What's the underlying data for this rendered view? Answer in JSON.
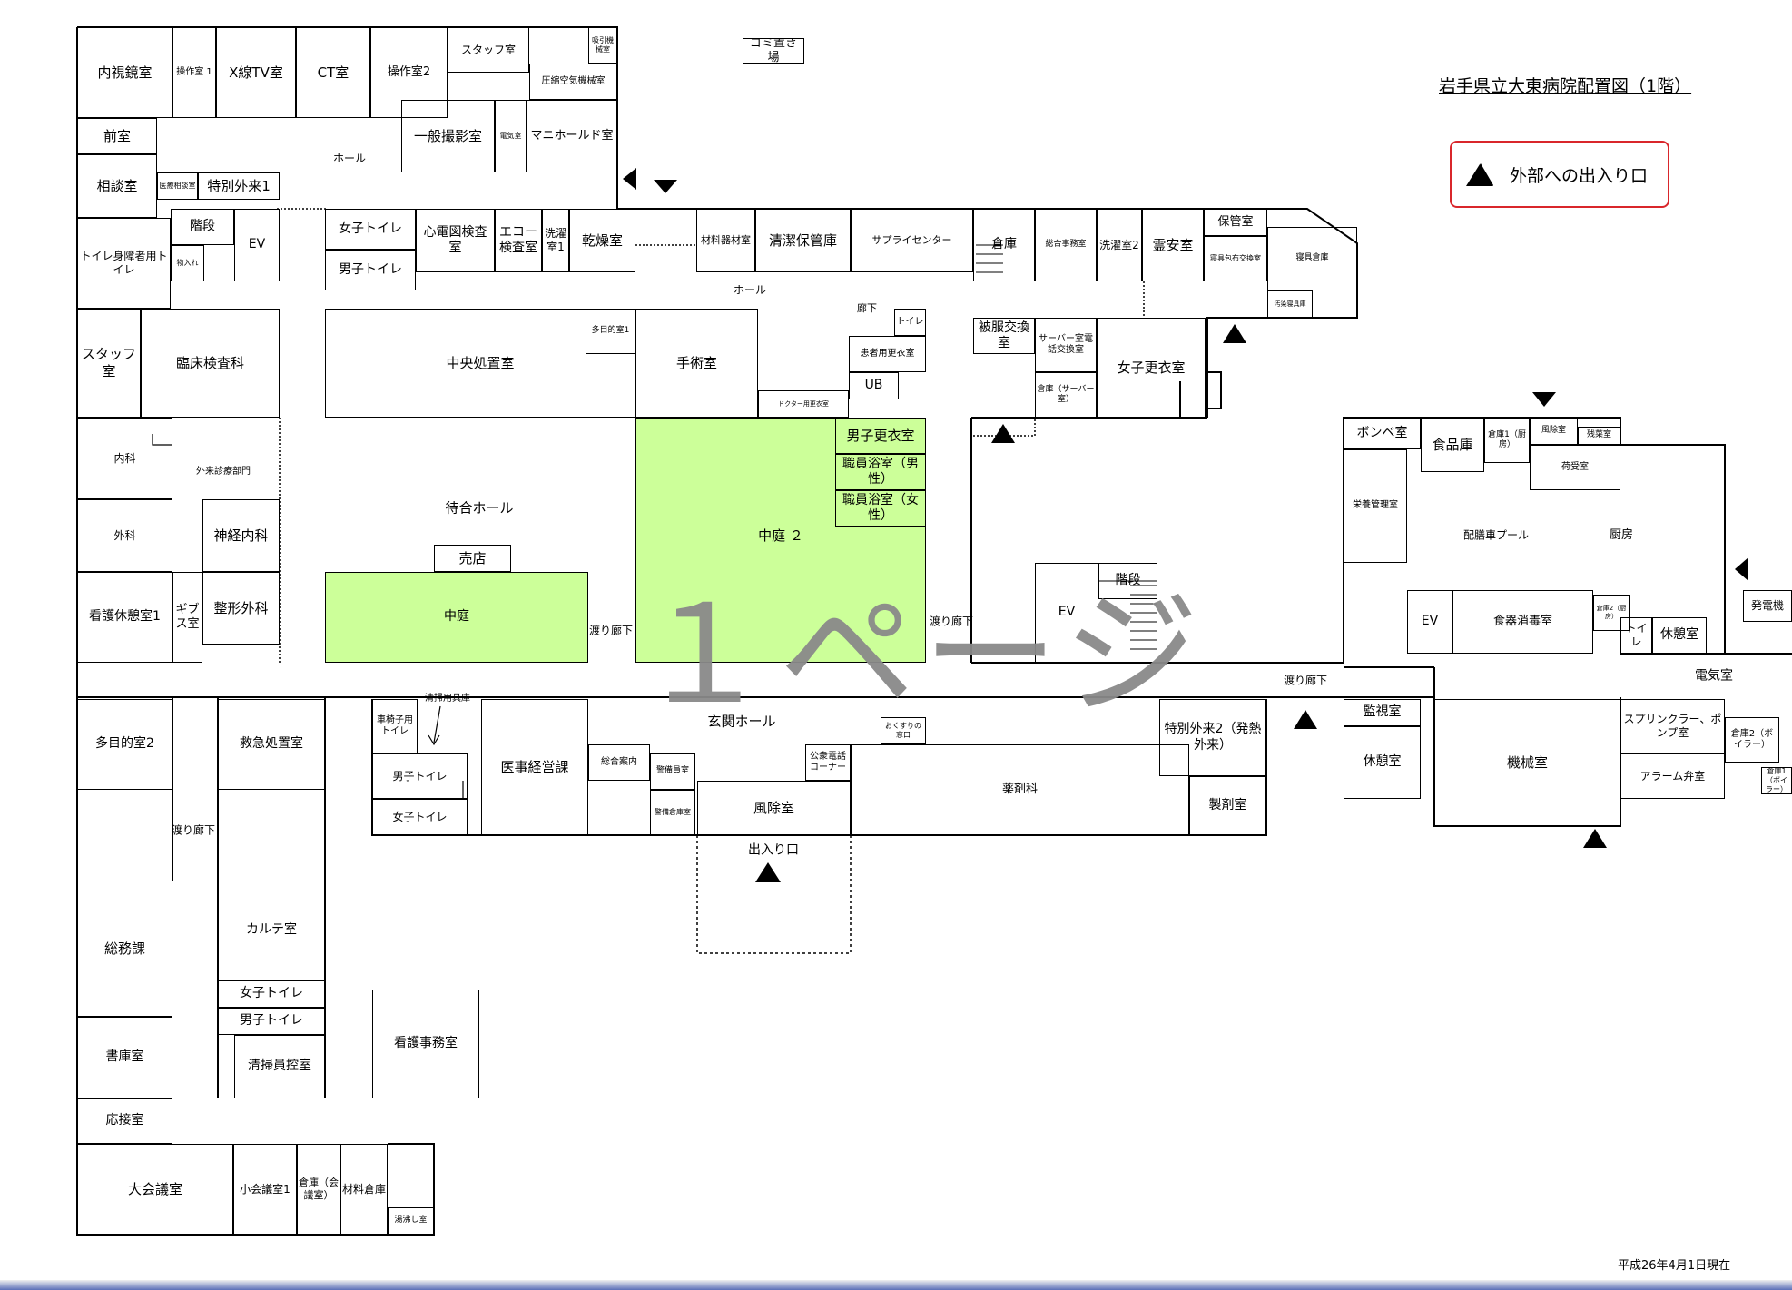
{
  "title": "岩手県立大東病院配置図（1階）",
  "legend": {
    "symbol": "triangle-up-icon",
    "label": "外部への出入り口"
  },
  "footer_date": "平成26年4月1日現在",
  "watermark": "１ページ",
  "colors": {
    "garden": "#ccff99",
    "legend_border": "#d9262b",
    "wall": "#000000",
    "watermark": "#8a8a8a"
  },
  "rooms": [
    {
      "id": "naishikyo",
      "label": "内視鏡室"
    },
    {
      "id": "sosa1",
      "label": "操作室 1"
    },
    {
      "id": "xtv",
      "label": "X線TV室"
    },
    {
      "id": "ct",
      "label": "CT室"
    },
    {
      "id": "sosa2",
      "label": "操作室2"
    },
    {
      "id": "staff-top",
      "label": "スタッフ室"
    },
    {
      "id": "kyuin",
      "label": "吸引機械室"
    },
    {
      "id": "ashuku",
      "label": "圧縮空気機械室"
    },
    {
      "id": "zenshitsu",
      "label": "前室"
    },
    {
      "id": "ippan",
      "label": "一般撮影室"
    },
    {
      "id": "dennkishitsu",
      "label": "電気室"
    },
    {
      "id": "manifold",
      "label": "マニホールド室"
    },
    {
      "id": "sodan",
      "label": "相談室"
    },
    {
      "id": "iryosodan",
      "label": "医療相談室"
    },
    {
      "id": "tokubetsu1",
      "label": "特別外来1"
    },
    {
      "id": "toilet-sho",
      "label": "トイレ身障者用トイレ"
    },
    {
      "id": "kaidan1",
      "label": "階段"
    },
    {
      "id": "monoire",
      "label": "物入れ"
    },
    {
      "id": "ev1",
      "label": "EV"
    },
    {
      "id": "joshi1",
      "label": "女子トイレ"
    },
    {
      "id": "danshi1",
      "label": "男子トイレ"
    },
    {
      "id": "shindenzu",
      "label": "心電図検査室"
    },
    {
      "id": "echo",
      "label": "エコー検査室"
    },
    {
      "id": "sentaku1",
      "label": "洗濯室1"
    },
    {
      "id": "kanso",
      "label": "乾燥室"
    },
    {
      "id": "zairyo",
      "label": "材料器材室"
    },
    {
      "id": "seiketsu",
      "label": "清潔保管庫"
    },
    {
      "id": "supply",
      "label": "サプライセンター"
    },
    {
      "id": "soko1",
      "label": "倉庫"
    },
    {
      "id": "sogojimu",
      "label": "総合事務室"
    },
    {
      "id": "sentaku2",
      "label": "洗濯室2"
    },
    {
      "id": "reian",
      "label": "霊安室"
    },
    {
      "id": "hokan",
      "label": "保管室"
    },
    {
      "id": "shinguhoko",
      "label": "寝具包布交換室"
    },
    {
      "id": "shingusoko",
      "label": "寝具倉庫"
    },
    {
      "id": "osenshingu",
      "label": "汚染寝具庫"
    },
    {
      "id": "staff-left",
      "label": "スタッフ室"
    },
    {
      "id": "rinsho",
      "label": "臨床検査科"
    },
    {
      "id": "chuo",
      "label": "中央処置室"
    },
    {
      "id": "tamokuteki1",
      "label": "多目的室1"
    },
    {
      "id": "shujutsu",
      "label": "手術室"
    },
    {
      "id": "toilet-s",
      "label": "トイレ"
    },
    {
      "id": "kanjakoi",
      "label": "患者用更衣室"
    },
    {
      "id": "ub",
      "label": "UB"
    },
    {
      "id": "doctor",
      "label": "ドクター用更衣室"
    },
    {
      "id": "hifuku",
      "label": "被服交換室"
    },
    {
      "id": "server",
      "label": "サーバー室電話交換室"
    },
    {
      "id": "soko-server",
      "label": "倉庫（サーバー室）"
    },
    {
      "id": "joshikoi",
      "label": "女子更衣室"
    },
    {
      "id": "naika",
      "label": "内科"
    },
    {
      "id": "geka",
      "label": "外科"
    },
    {
      "id": "shinkei",
      "label": "神経内科"
    },
    {
      "id": "kango1",
      "label": "看護休憩室1"
    },
    {
      "id": "gibusu",
      "label": "ギブス室"
    },
    {
      "id": "seikei",
      "label": "整形外科"
    },
    {
      "id": "baiten",
      "label": "売店"
    },
    {
      "id": "nakaniwa1",
      "label": "中庭"
    },
    {
      "id": "nakaniwa2",
      "label": "中庭 ２"
    },
    {
      "id": "danshikoi",
      "label": "男子更衣室"
    },
    {
      "id": "yoku-m",
      "label": "職員浴室（男性）"
    },
    {
      "id": "yoku-f",
      "label": "職員浴室（女性）"
    },
    {
      "id": "ev2",
      "label": "EV"
    },
    {
      "id": "kaidan2",
      "label": "階段"
    },
    {
      "id": "bombe",
      "label": "ボンベ室"
    },
    {
      "id": "shokuhinko",
      "label": "食品庫"
    },
    {
      "id": "soko-chubo",
      "label": "倉庫1（厨房）"
    },
    {
      "id": "fujoshitsu",
      "label": "風除室"
    },
    {
      "id": "zansai",
      "label": "残菜室"
    },
    {
      "id": "niuke",
      "label": "荷受室"
    },
    {
      "id": "eiyo",
      "label": "栄養管理室"
    },
    {
      "id": "ev3",
      "label": "EV"
    },
    {
      "id": "shokki",
      "label": "食器消毒室"
    },
    {
      "id": "soko2-chubo",
      "label": "倉庫2（厨房）"
    },
    {
      "id": "toilet-k",
      "label": "トイレ"
    },
    {
      "id": "kyukei-k",
      "label": "休憩室"
    },
    {
      "id": "hatsuden",
      "label": "発電機"
    },
    {
      "id": "tamokuteki2",
      "label": "多目的室2"
    },
    {
      "id": "kyukyu",
      "label": "救急処置室"
    },
    {
      "id": "kurumaisu",
      "label": "車椅子用トイレ"
    },
    {
      "id": "danshi2",
      "label": "男子トイレ"
    },
    {
      "id": "joshi2",
      "label": "女子トイレ"
    },
    {
      "id": "ijikeiei",
      "label": "医事経営課"
    },
    {
      "id": "sogoannai",
      "label": "総合案内"
    },
    {
      "id": "keibi",
      "label": "警備員室"
    },
    {
      "id": "keibisoko",
      "label": "警備倉庫室"
    },
    {
      "id": "fujo-main",
      "label": "風除室"
    },
    {
      "id": "kosyu",
      "label": "公衆電話コーナー"
    },
    {
      "id": "okusuri",
      "label": "おくすりの窓口"
    },
    {
      "id": "yakuzai",
      "label": "薬剤科"
    },
    {
      "id": "tokubetsu2",
      "label": "特別外来2（発熱外来）"
    },
    {
      "id": "seizai",
      "label": "製剤室"
    },
    {
      "id": "kanshi",
      "label": "監視室"
    },
    {
      "id": "kyukei-m",
      "label": "休憩室"
    },
    {
      "id": "kikai",
      "label": "機械室"
    },
    {
      "id": "sprinkler",
      "label": "スプリンクラー、ポンプ室"
    },
    {
      "id": "soko2-boiler",
      "label": "倉庫2（ボイラー）"
    },
    {
      "id": "alarm",
      "label": "アラーム弁室"
    },
    {
      "id": "soko1-boiler",
      "label": "倉庫1（ボイラー）"
    },
    {
      "id": "karute",
      "label": "カルテ室"
    },
    {
      "id": "joshi3",
      "label": "女子トイレ"
    },
    {
      "id": "danshi3",
      "label": "男子トイレ"
    },
    {
      "id": "seiso",
      "label": "清掃員控室"
    },
    {
      "id": "somu",
      "label": "総務課"
    },
    {
      "id": "shoko",
      "label": "書庫室"
    },
    {
      "id": "kango-jimu",
      "label": "看護事務室"
    },
    {
      "id": "osetsu",
      "label": "応接室"
    },
    {
      "id": "daikaigi",
      "label": "大会議室"
    },
    {
      "id": "shokaigi",
      "label": "小会議室1"
    },
    {
      "id": "soko-kaigi",
      "label": "倉庫（会議室）"
    },
    {
      "id": "zairyo-soko",
      "label": "材料倉庫"
    },
    {
      "id": "yuwakashi",
      "label": "湯沸し室"
    }
  ],
  "area_labels": [
    {
      "id": "gomi",
      "label": "ゴミ置き場"
    },
    {
      "id": "hall1",
      "label": "ホール"
    },
    {
      "id": "hall2",
      "label": "ホール"
    },
    {
      "id": "roka-top",
      "label": "廊下"
    },
    {
      "id": "gairai",
      "label": "外来診療部門"
    },
    {
      "id": "machiai",
      "label": "待合ホール"
    },
    {
      "id": "watari1",
      "label": "渡り廊下"
    },
    {
      "id": "watari2",
      "label": "渡り廊下"
    },
    {
      "id": "watari3",
      "label": "渡り廊下"
    },
    {
      "id": "watari4",
      "label": "渡り廊下"
    },
    {
      "id": "haizen",
      "label": "配膳車プール"
    },
    {
      "id": "chubo",
      "label": "厨房"
    },
    {
      "id": "denki-k",
      "label": "電気室"
    },
    {
      "id": "seisoyogu",
      "label": "清掃用具庫"
    },
    {
      "id": "genkan",
      "label": "玄関ホール"
    },
    {
      "id": "deiriguchi",
      "label": "出入り口"
    }
  ]
}
